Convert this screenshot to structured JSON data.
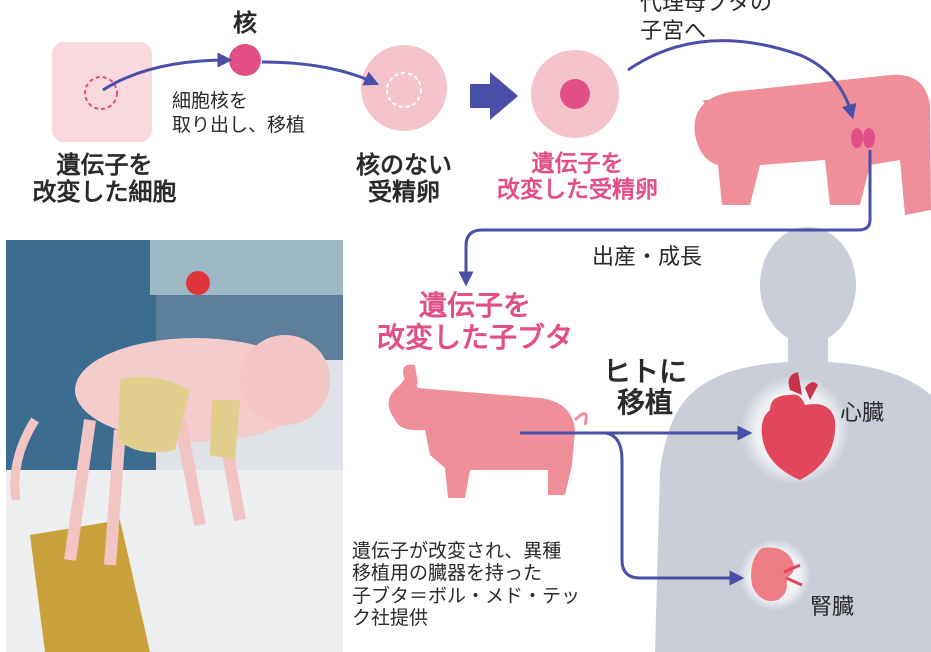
{
  "top_cut_label": "",
  "nucleus_label": "核",
  "transfer_label_line1": "細胞核を",
  "transfer_label_line2": "取り出し、移植",
  "modified_cell_line1": "遺伝子を",
  "modified_cell_line2": "改変した細胞",
  "enucleated_egg_line1": "核のない",
  "enucleated_egg_line2": "受精卵",
  "modified_egg_line1": "遺伝子を",
  "modified_egg_line2": "改変した受精卵",
  "surrogate_line1": "代理母ブタの",
  "surrogate_line2": "子宮へ",
  "birth_label": "出産・成長",
  "piglet_line1": "遺伝子を",
  "piglet_line2": "改変した子ブタ",
  "transplant_line1": "ヒトに",
  "transplant_line2": "移植",
  "heart_label": "心臓",
  "kidney_label": "腎臓",
  "caption_line1": "遺伝子が改変され、異種",
  "caption_line2": "移植用の臓器を持った",
  "caption_line3": "子ブタ＝ボル・メド・テッ",
  "caption_line4": "ク社提供",
  "colors": {
    "arrow": "#4a4fa8",
    "pink_dark": "#e24f86",
    "pink_light": "#f5c3cc",
    "pig": "#ef8f99",
    "human": "#c9ced8"
  }
}
